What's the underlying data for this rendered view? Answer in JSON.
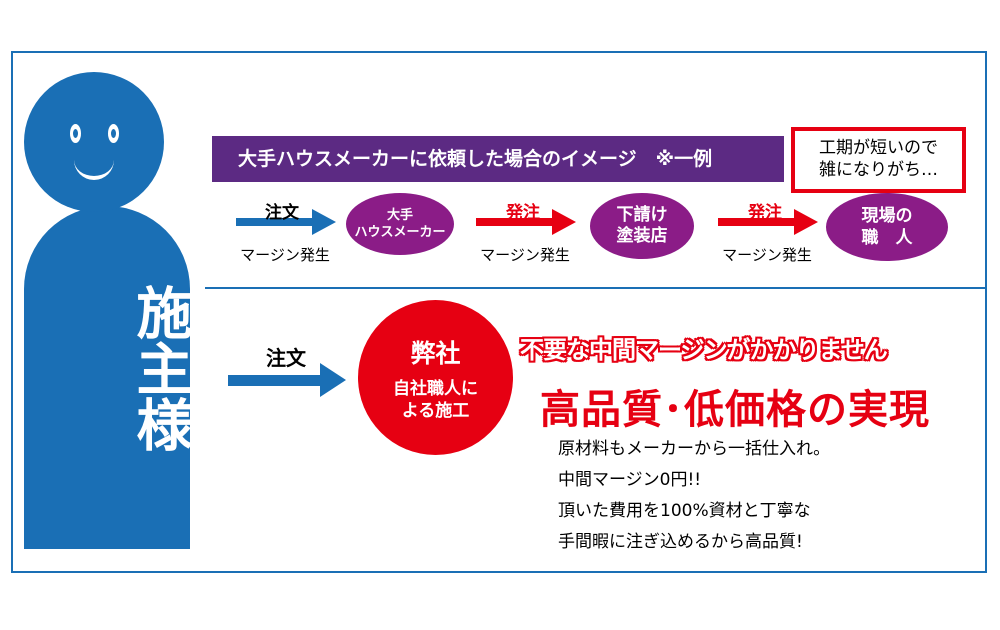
{
  "customer": {
    "label": "施主様"
  },
  "top_case": {
    "banner": "大手ハウスメーカーに依頼した場合のイメージ　※一例",
    "note": [
      "工期が短いので",
      "雑になりがち…"
    ],
    "arrows": [
      {
        "label": "注文",
        "sub": "マージン発生",
        "color": "#1a6fb5",
        "label_color": "#000000"
      },
      {
        "label": "発注",
        "sub": "マージン発生",
        "color": "#e60012",
        "label_color": "#e60012"
      },
      {
        "label": "発注",
        "sub": "マージン発生",
        "color": "#e60012",
        "label_color": "#e60012"
      }
    ],
    "nodes": [
      {
        "lines": [
          "大手",
          "ハウスメーカー"
        ]
      },
      {
        "lines": [
          "下請け",
          "塗装店"
        ]
      },
      {
        "lines": [
          "現場の",
          "職　人"
        ]
      }
    ]
  },
  "bottom_case": {
    "arrow_label": "注文",
    "company_title": "弊社",
    "company_lines": [
      "自社職人に",
      "よる施工"
    ],
    "headline1": "不要な中間マージンがかかりません",
    "headline2": "高品質･低価格の実現",
    "body": [
      "原材料もメーカーから一括仕入れ。",
      "中間マージン0円!!",
      "頂いた費用を100%資材と丁寧な",
      "手間暇に注ぎ込めるから高品質!"
    ]
  },
  "colors": {
    "blue": "#1a6fb5",
    "purple": "#5c2a83",
    "node_purple": "#8b1c87",
    "red": "#e60012"
  }
}
